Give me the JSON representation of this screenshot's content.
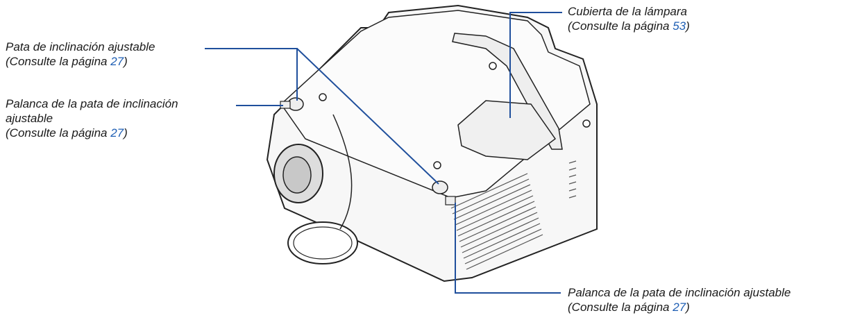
{
  "callouts": {
    "tilt_foot": {
      "title": "Pata de inclinación ajustable",
      "ref_prefix": "(Consulte la página ",
      "page": "27",
      "ref_suffix": ")"
    },
    "tilt_lever_left": {
      "title_line1": "Palanca de la pata de inclinación",
      "title_line2": "ajustable",
      "ref_prefix": "(Consulte la página ",
      "page": "27",
      "ref_suffix": ")"
    },
    "lamp_cover": {
      "title": "Cubierta de la lámpara",
      "ref_prefix": "(Consulte la página ",
      "page": "53",
      "ref_suffix": ")"
    },
    "tilt_lever_right": {
      "title": "Palanca de la pata de inclinación ajustable",
      "ref_prefix": "(Consulte la página ",
      "page": "27",
      "ref_suffix": ")"
    }
  },
  "colors": {
    "leader_line": "#1f4f9c",
    "page_link": "#1f5fb4",
    "text": "#1a1a1a"
  }
}
